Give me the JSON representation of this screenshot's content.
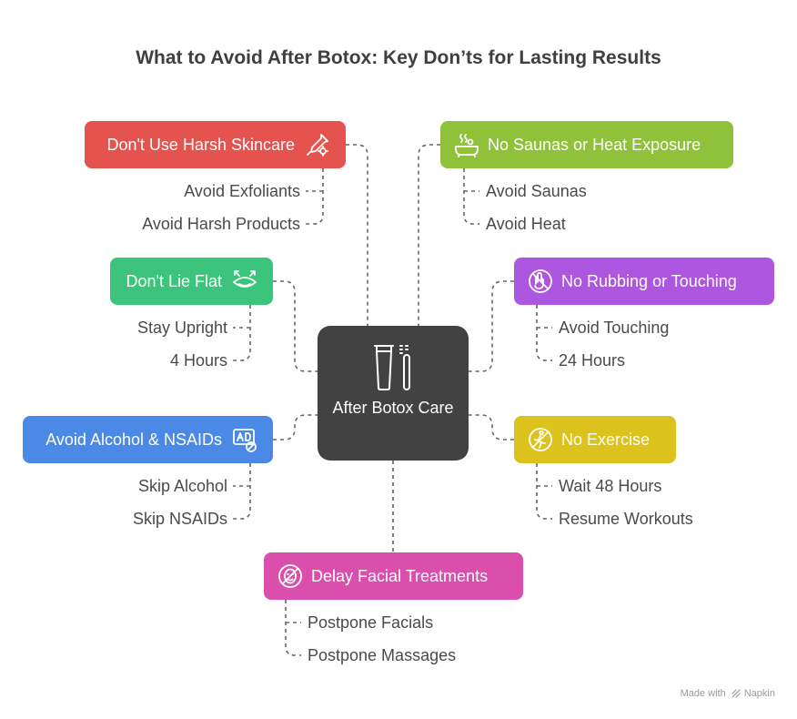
{
  "title": "What to Avoid After Botox: Key Don’ts for Lasting Results",
  "center": {
    "label": "After Botox Care",
    "icon": "tube-and-brush-icon"
  },
  "branches": {
    "skincare": {
      "label": "Don't Use Harsh Skincare",
      "color": "#e5534f",
      "icon": "dropper-icon",
      "items": [
        "Avoid Exfoliants",
        "Avoid Harsh Products"
      ]
    },
    "lie_flat": {
      "label": "Don't Lie Flat",
      "color": "#3cc47c",
      "icon": "lying-face-icon",
      "items": [
        "Stay Upright",
        "4 Hours"
      ]
    },
    "alcohol": {
      "label": "Avoid Alcohol & NSAIDs",
      "color": "#4a8ae6",
      "icon": "no-ad-icon",
      "items": [
        "Skip Alcohol",
        "Skip NSAIDs"
      ]
    },
    "facial": {
      "label": "Delay Facial Treatments",
      "color": "#da4fac",
      "icon": "no-face-icon",
      "items": [
        "Postpone Facials",
        "Postpone Massages"
      ]
    },
    "sauna": {
      "label": "No Saunas or Heat Exposure",
      "color": "#8fc13a",
      "icon": "hot-tub-icon",
      "items": [
        "Avoid Saunas",
        "Avoid Heat"
      ]
    },
    "rubbing": {
      "label": "No Rubbing or Touching",
      "color": "#ad56e0",
      "icon": "no-touch-icon",
      "items": [
        "Avoid Touching",
        "24 Hours"
      ]
    },
    "exercise": {
      "label": "No Exercise",
      "color": "#dcc21c",
      "icon": "no-exercise-icon",
      "items": [
        "Wait 48 Hours",
        "Resume Workouts"
      ]
    }
  },
  "footer": {
    "made_with": "Made with",
    "brand": "Napkin"
  }
}
